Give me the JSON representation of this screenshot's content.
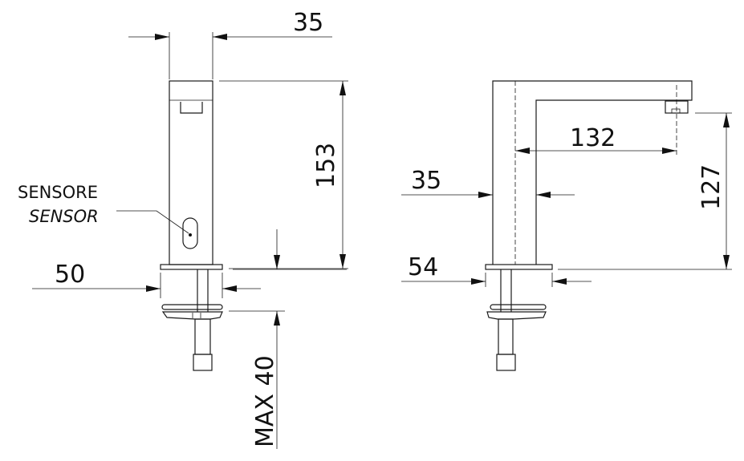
{
  "drawing": {
    "front_view": {
      "width_label": "35",
      "height_label": "153",
      "base_label": "50",
      "max_label": "MAX 40",
      "sensor_label_it": "SENSORE",
      "sensor_label_en": "SENSOR"
    },
    "side_view": {
      "reach_label": "132",
      "width_label": "35",
      "base_label": "54",
      "outlet_height_label": "127"
    },
    "line_color": "#1a1a1a"
  }
}
